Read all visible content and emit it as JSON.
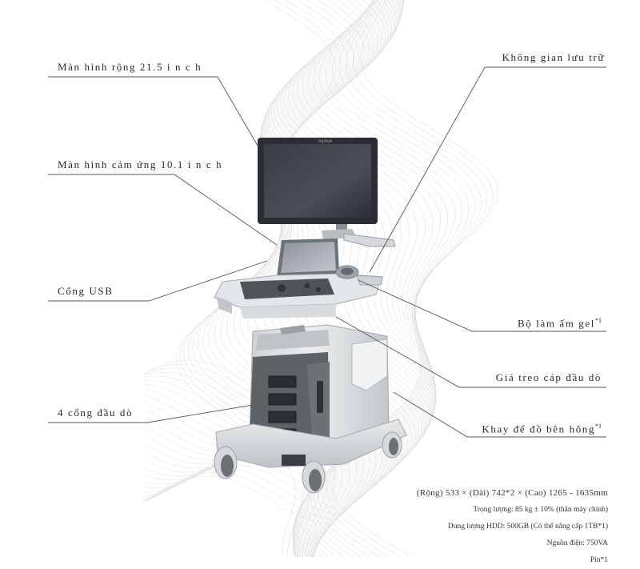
{
  "callouts": {
    "main_display": "Màn hình rộng 21.5 i n c h",
    "touch_panel": "Màn hình cảm ứng 10.1 i n c h",
    "usb_port": "Cổng USB",
    "probe_ports": "4 cổng đầu dò",
    "storage": "Không gian lưu trữ",
    "gel_warmer": "Bộ làm ấm gel",
    "gel_warmer_note": "*1",
    "cable_hanger": "Giá treo cáp đầu dò",
    "side_tray": "Khay để đồ bên hông",
    "side_tray_note": "*1"
  },
  "device": {
    "brand": "FUJIFILM"
  },
  "specs": {
    "dimensions": "(Rộng) 533 × (Dài) 742*2 × (Cao) 1265 - 1635mm",
    "weight": "Trọng lượng: 85 kg ± 10% (thân máy chính)",
    "hdd": "Dung lượng HDD: 500GB (Có thể nâng cấp 1TB*1)",
    "power": "Nguồn điện: 750VA",
    "battery": "Pin*1"
  }
}
